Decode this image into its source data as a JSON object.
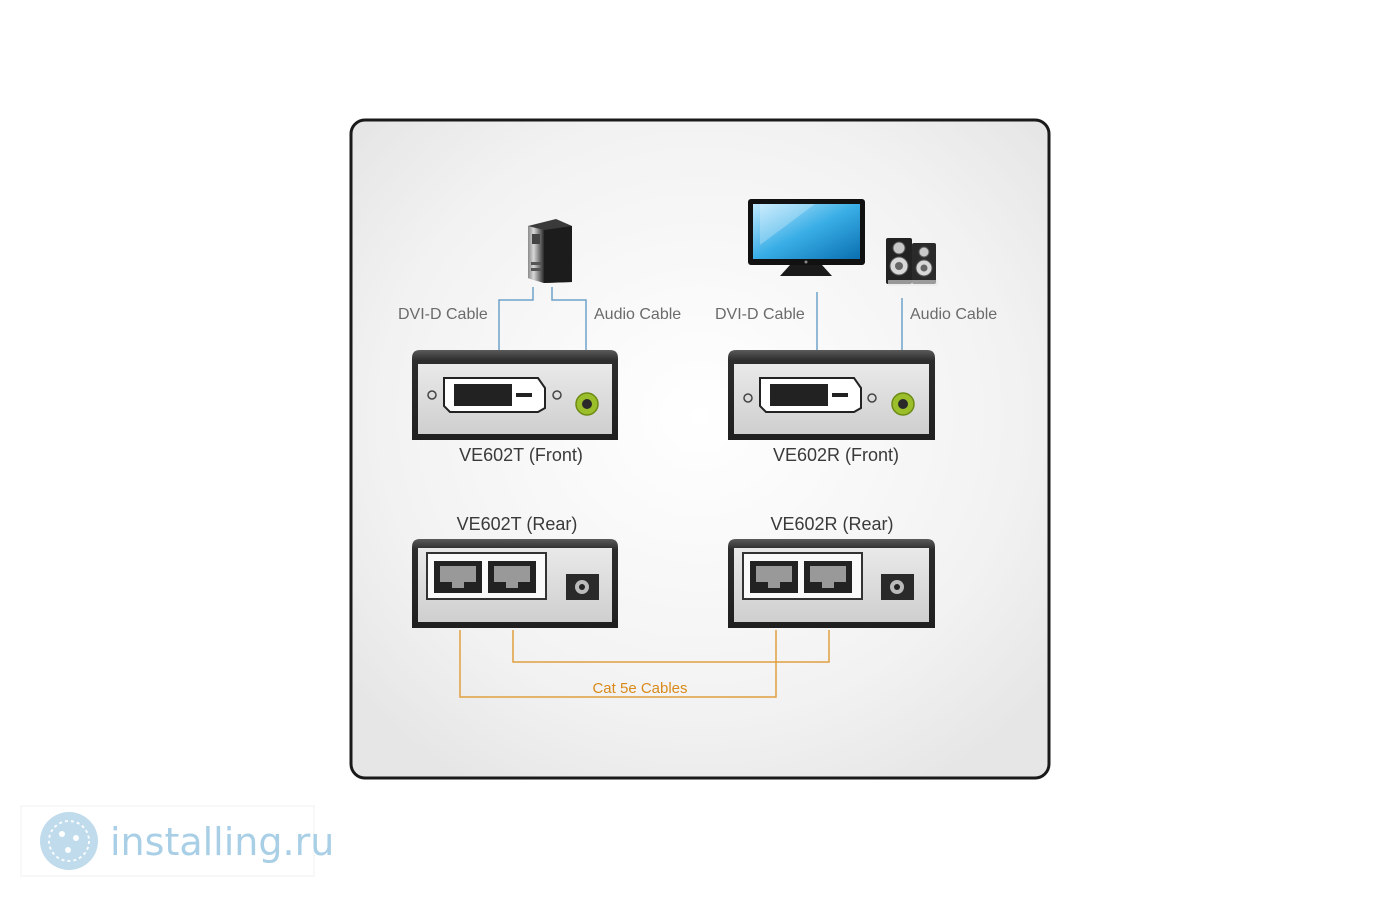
{
  "labels": {
    "tx_dvi_cable": "DVI-D Cable",
    "tx_audio_cable": "Audio Cable",
    "rx_dvi_cable": "DVI-D Cable",
    "rx_audio_cable": "Audio Cable",
    "tx_front": "VE602T (Front)",
    "rx_front": "VE602R (Front)",
    "tx_rear": "VE602T (Rear)",
    "rx_rear": "VE602R (Rear)",
    "cat_cables": "Cat 5e Cables"
  },
  "watermark": {
    "text": "installing.ru",
    "color": "#a9cfe6"
  },
  "colors": {
    "panel_border": "#1a1a1a",
    "audio_line": "#6fa3c9",
    "cat_line": "#e0a040",
    "device_body": "#2a2a2a",
    "audio_jack": "#9bbf2a"
  },
  "icons": {
    "computer": "desktop-tower-icon",
    "monitor": "lcd-monitor-icon",
    "speakers": "speakers-icon"
  }
}
